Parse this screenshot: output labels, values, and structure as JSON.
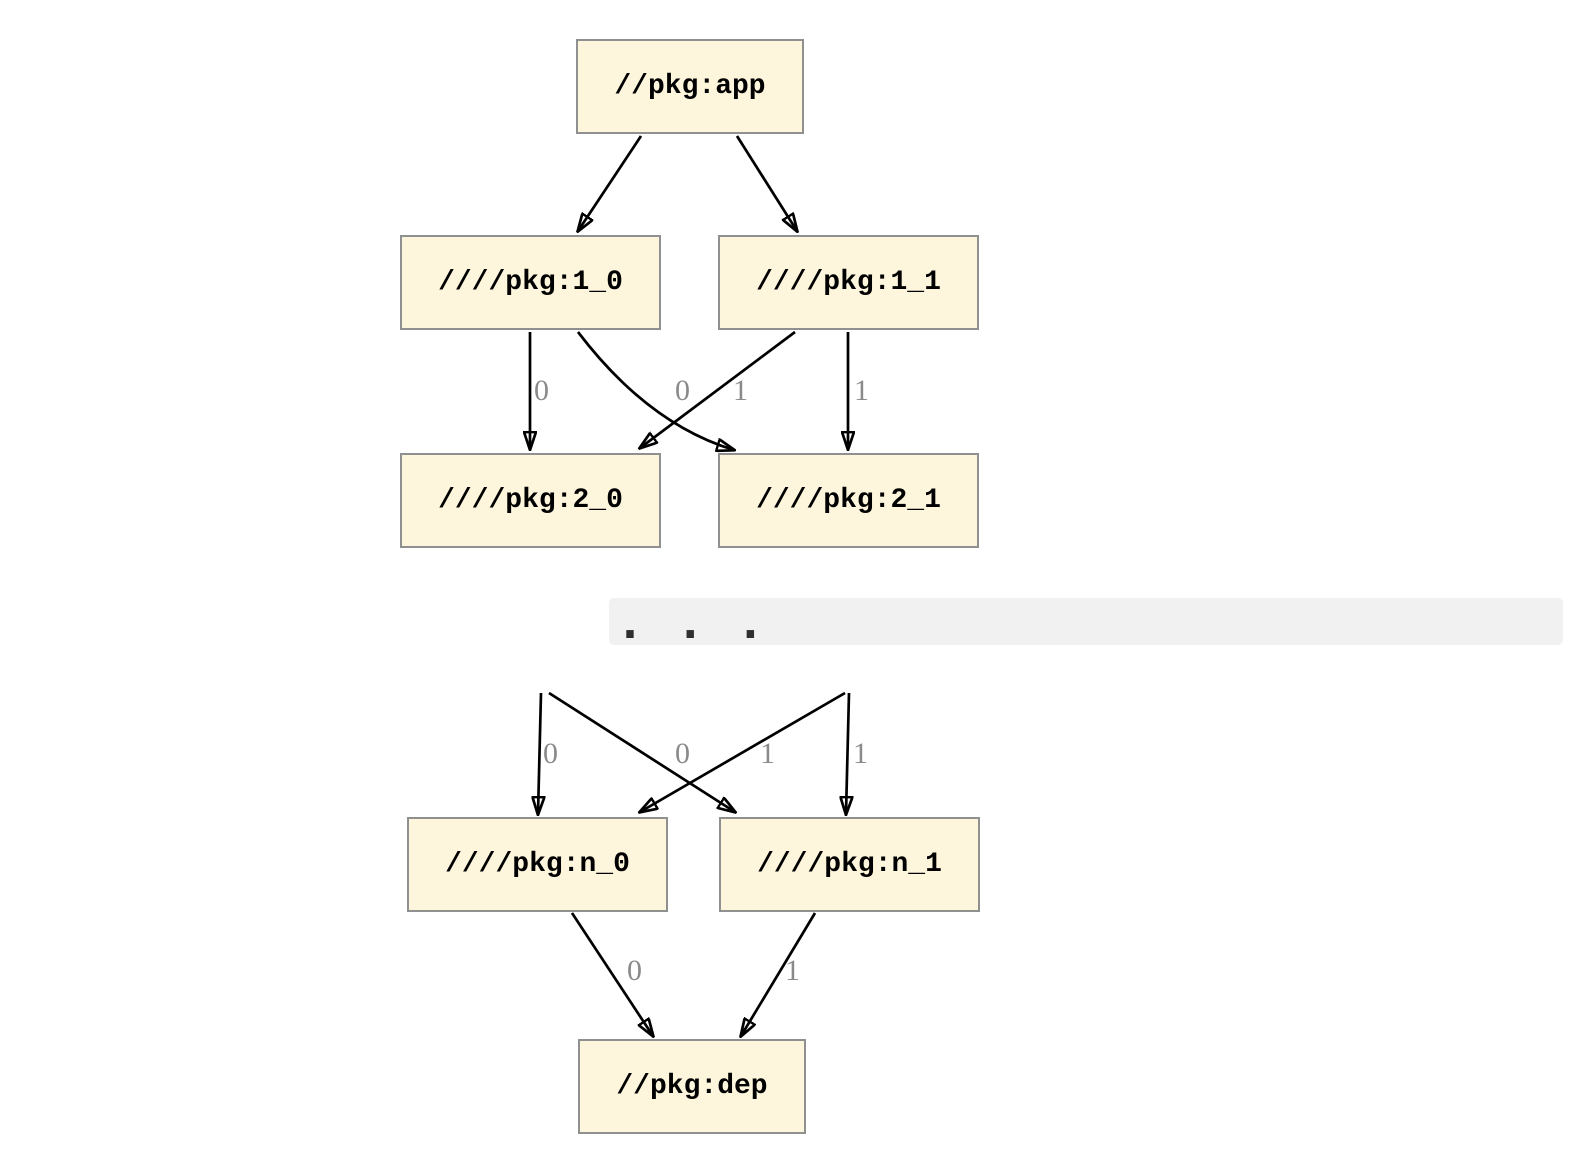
{
  "diagram": {
    "type": "build-dependency-graph",
    "nodes": {
      "app": {
        "label": "//pkg:app"
      },
      "v1_0": {
        "label": "////pkg:1_0"
      },
      "v1_1": {
        "label": "////pkg:1_1"
      },
      "v2_0": {
        "label": "////pkg:2_0"
      },
      "v2_1": {
        "label": "////pkg:2_1"
      },
      "n_0": {
        "label": "////pkg:n_0"
      },
      "n_1": {
        "label": "////pkg:n_1"
      },
      "dep": {
        "label": "//pkg:dep"
      }
    },
    "ellipsis": ".  .  .",
    "edges": [
      {
        "from": "//pkg:app",
        "to": "////pkg:1_0",
        "label": ""
      },
      {
        "from": "//pkg:app",
        "to": "////pkg:1_1",
        "label": ""
      },
      {
        "from": "////pkg:1_0",
        "to": "////pkg:2_0",
        "label": "0"
      },
      {
        "from": "////pkg:1_1",
        "to": "////pkg:2_0",
        "label": "0"
      },
      {
        "from": "////pkg:1_0",
        "to": "////pkg:2_1",
        "label": "1"
      },
      {
        "from": "////pkg:1_1",
        "to": "////pkg:2_1",
        "label": "1"
      },
      {
        "from": "…",
        "to": "////pkg:n_0",
        "label": "0"
      },
      {
        "from": "…",
        "to": "////pkg:n_0",
        "label": "0"
      },
      {
        "from": "…",
        "to": "////pkg:n_1",
        "label": "1"
      },
      {
        "from": "…",
        "to": "////pkg:n_1",
        "label": "1"
      },
      {
        "from": "////pkg:n_0",
        "to": "//pkg:dep",
        "label": "0"
      },
      {
        "from": "////pkg:n_1",
        "to": "//pkg:dep",
        "label": "1"
      }
    ]
  },
  "colors": {
    "node_fill": "#FDF5DC",
    "node_border": "#8E9190",
    "edge": "#000000",
    "edge_label": "#8A8A8A",
    "ellipsis_bg": "#F1F1F1"
  }
}
